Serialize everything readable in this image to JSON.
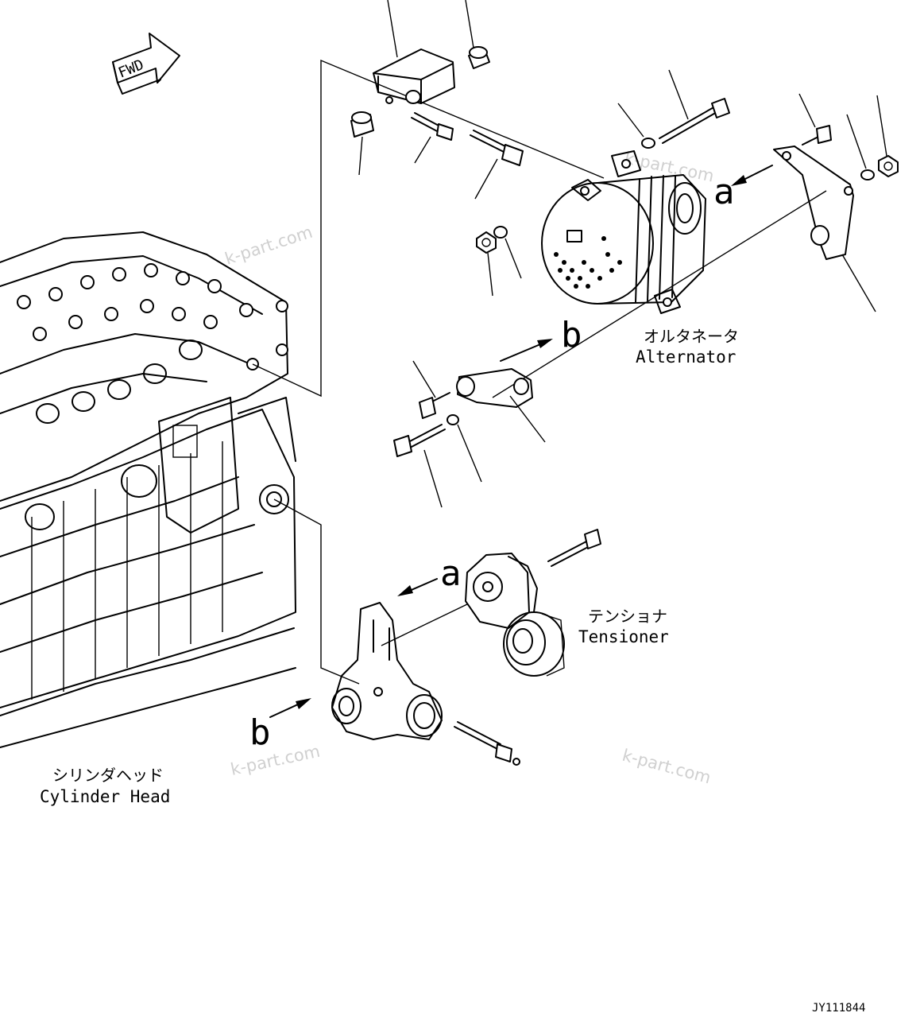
{
  "labels": {
    "fwd": "FWD",
    "alternator_jp": "オルタネータ",
    "alternator_en": "Alternator",
    "tensioner_jp": "テンショナ",
    "tensioner_en": "Tensioner",
    "cylinder_head_jp": "シリンダヘッド",
    "cylinder_head_en": "Cylinder Head",
    "drawing_code": "JY111844"
  },
  "callouts": {
    "a_upper": "a",
    "b_upper": "b",
    "a_lower": "a",
    "b_lower": "b"
  },
  "watermarks": [
    "k-part.com",
    "k-part.com",
    "k-part.com",
    "k-part.com"
  ]
}
